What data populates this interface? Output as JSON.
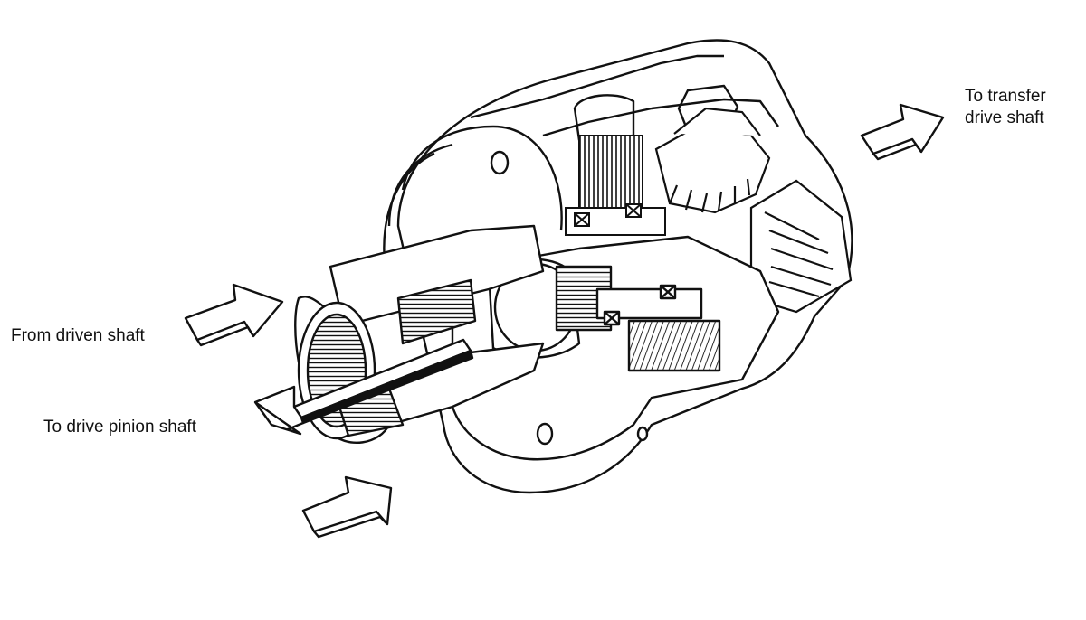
{
  "labels": {
    "from_driven_shaft": "From driven shaft",
    "to_drive_pinion_shaft": "To drive pinion shaft",
    "to_transfer_line1": "To transfer",
    "to_transfer_line2": "drive shaft"
  },
  "colors": {
    "ink": "#111111",
    "paper": "#ffffff"
  }
}
